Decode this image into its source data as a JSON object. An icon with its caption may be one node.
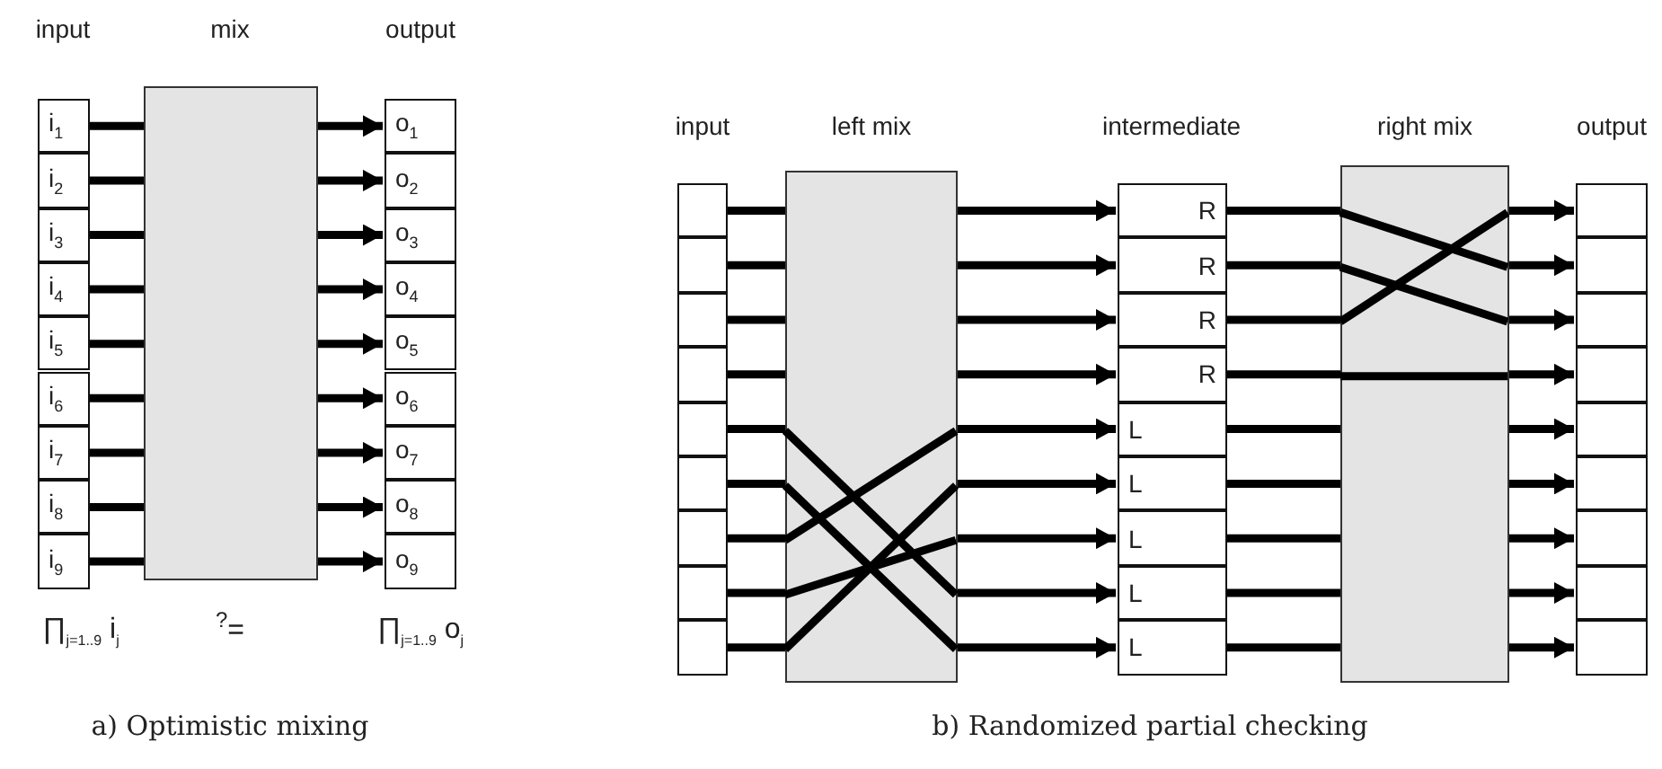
{
  "diagram": {
    "nodes": [
      {
        "text": [
          "i$_{1}$"
        ]
      },
      {
        "text": [
          "i$_{2}$"
        ]
      },
      {
        "text": [
          "i$_{3}$"
        ]
      },
      {
        "text": [
          "i$_{4}$"
        ]
      },
      {
        "text": [
          "i$_{5}$"
        ]
      },
      {
        "text": [
          "i$_{6}$"
        ]
      },
      {
        "text": [
          "i$_{7}$"
        ]
      },
      {
        "text": [
          "i$_{8}$"
        ]
      },
      {
        "text": [
          "i$_{9}$"
        ]
      },
      {
        "text": [],
        "shape": "box"
      },
      {
        "text": [
          "o$_{1}$"
        ]
      },
      {
        "text": [
          "o$_{2}$"
        ]
      },
      {
        "text": [
          "o$_{3}$"
        ]
      },
      {
        "text": [
          "o$_{4}$"
        ]
      },
      {
        "text": [
          "o$_{5}$"
        ]
      },
      {
        "text": [
          "o$_{6}$"
        ]
      },
      {
        "text": [
          "o$_{7}$"
        ]
      },
      {
        "text": [
          "o$_{8}$"
        ]
      },
      {
        "text": [
          "o$_{9}$"
        ]
      },
      {
        "text": [],
        "shape": "box"
      },
      {
        "text": [],
        "shape": "box"
      },
      {
        "text": [],
        "shape": "box"
      },
      {
        "text": [],
        "shape": "box"
      },
      {
        "text": [],
        "shape": "box"
      },
      {
        "text": [],
        "shape": "box"
      },
      {
        "text": [],
        "shape": "box"
      },
      {
        "text": [],
        "shape": "box"
      },
      {
        "text": [],
        "shape": "box"
      },
      {
        "text": [],
        "shape": "box"
      },
      {
        "text": [
          "R"
        ]
      },
      {
        "text": [
          "R"
        ]
      },
      {
        "text": [
          "R"
        ]
      },
      {
        "text": [
          "R"
        ]
      },
      {
        "text": [
          "L"
        ]
      },
      {
        "text": [
          "L"
        ]
      },
      {
        "text": [
          "L"
        ]
      },
      {
        "text": [
          "L"
        ]
      },
      {
        "text": [
          "L"
        ]
      },
      {
        "text": [],
        "shape": "box"
      },
      {
        "text": [],
        "shape": "box"
      },
      {
        "text": [],
        "shape": "box"
      },
      {
        "text": [],
        "shape": "box"
      },
      {
        "text": [],
        "shape": "box"
      },
      {
        "text": [],
        "shape": "box"
      },
      {
        "text": [],
        "shape": "box"
      },
      {
        "text": [],
        "shape": "box"
      },
      {
        "text": [],
        "shape": "box"
      },
      {
        "text": [],
        "shape": "box"
      }
    ],
    "edges": [
      {
        "from": 0,
        "to": 9,
        "arrow": "none"
      },
      {
        "from": 1,
        "to": 9,
        "arrow": "none"
      },
      {
        "from": 2,
        "to": 9,
        "arrow": "none"
      },
      {
        "from": 3,
        "to": 9,
        "arrow": "none"
      },
      {
        "from": 4,
        "to": 9,
        "arrow": "none"
      },
      {
        "from": 5,
        "to": 9,
        "arrow": "none"
      },
      {
        "from": 6,
        "to": 9,
        "arrow": "none"
      },
      {
        "from": 7,
        "to": 9,
        "arrow": "none"
      },
      {
        "from": 8,
        "to": 9,
        "arrow": "none"
      },
      {
        "from": 9,
        "to": 10,
        "arrow": "to"
      },
      {
        "from": 9,
        "to": 11,
        "arrow": "to"
      },
      {
        "from": 9,
        "to": 12,
        "arrow": "to"
      },
      {
        "from": 9,
        "to": 13,
        "arrow": "to"
      },
      {
        "from": 9,
        "to": 14,
        "arrow": "to"
      },
      {
        "from": 9,
        "to": 15,
        "arrow": "to"
      },
      {
        "from": 9,
        "to": 16,
        "arrow": "to"
      },
      {
        "from": 9,
        "to": 17,
        "arrow": "to"
      },
      {
        "from": 9,
        "to": 18,
        "arrow": "to"
      },
      {
        "from": 19,
        "to": 28,
        "arrow": "none"
      },
      {
        "from": 20,
        "to": 28,
        "arrow": "none"
      },
      {
        "from": 21,
        "to": 28,
        "arrow": "none"
      },
      {
        "from": 22,
        "to": 28,
        "arrow": "none"
      },
      {
        "from": 28,
        "to": 29,
        "arrow": "to"
      },
      {
        "from": 28,
        "to": 30,
        "arrow": "to"
      },
      {
        "from": 28,
        "to": 31,
        "arrow": "to"
      },
      {
        "from": 28,
        "to": 32,
        "arrow": "to"
      },
      {
        "from": 23,
        "to": 28,
        "arrow": "none"
      },
      {
        "from": 24,
        "to": 28,
        "arrow": "none"
      },
      {
        "from": 25,
        "to": 28,
        "arrow": "none"
      },
      {
        "from": 26,
        "to": 28,
        "arrow": "none"
      },
      {
        "from": 27,
        "to": 28,
        "arrow": "none"
      },
      {
        "from": 28,
        "to": 33,
        "arrow": "to"
      },
      {
        "from": 28,
        "to": 34,
        "arrow": "to"
      },
      {
        "from": 28,
        "to": 35,
        "arrow": "to"
      },
      {
        "from": 28,
        "to": 36,
        "arrow": "to"
      },
      {
        "from": 28,
        "to": 37,
        "arrow": "to"
      },
      {
        "from": 29,
        "to": 38,
        "arrow": "none"
      },
      {
        "from": 30,
        "to": 38,
        "arrow": "none"
      },
      {
        "from": 31,
        "to": 38,
        "arrow": "none"
      },
      {
        "from": 32,
        "to": 38,
        "arrow": "none"
      },
      {
        "from": 38,
        "to": 39,
        "arrow": "to"
      },
      {
        "from": 38,
        "to": 40,
        "arrow": "to"
      },
      {
        "from": 38,
        "to": 41,
        "arrow": "to"
      },
      {
        "from": 38,
        "to": 42,
        "arrow": "to"
      },
      {
        "from": 33,
        "to": 38,
        "arrow": "none"
      },
      {
        "from": 34,
        "to": 38,
        "arrow": "none"
      },
      {
        "from": 35,
        "to": 38,
        "arrow": "none"
      },
      {
        "from": 36,
        "to": 38,
        "arrow": "none"
      },
      {
        "from": 37,
        "to": 38,
        "arrow": "none"
      },
      {
        "from": 38,
        "to": 43,
        "arrow": "to"
      },
      {
        "from": 38,
        "to": 44,
        "arrow": "to"
      },
      {
        "from": 38,
        "to": 45,
        "arrow": "to"
      },
      {
        "from": 38,
        "to": 46,
        "arrow": "to"
      },
      {
        "from": 38,
        "to": 47,
        "arrow": "to"
      }
    ],
    "labels": [
      "input",
      "mix",
      "output",
      "input",
      "left mix",
      "intermediate",
      "right mix",
      "output",
      "∏$_{j=1..9}$ i$_{j}$",
      "$^{?}$=",
      "∏$_{j=1..9}$ o$_{j}$",
      "a) Optimistic mixing",
      "b) Randomized partial checking"
    ]
  }
}
